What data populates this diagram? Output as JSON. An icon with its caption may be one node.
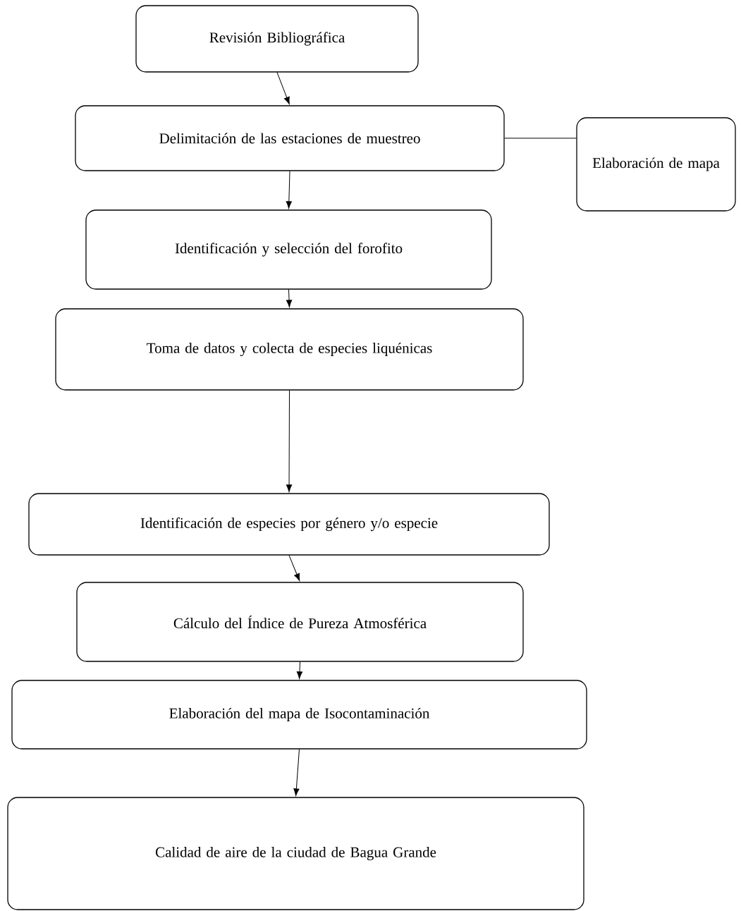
{
  "diagram": {
    "nodes": [
      {
        "text": [
          "Revisión Bibliográfica"
        ]
      },
      {
        "text": [
          "Delimitación de las estaciones de muestreo"
        ]
      },
      {
        "text": [
          "Elaboración de mapa"
        ]
      },
      {
        "text": [
          "Identificación y selección del forofito"
        ]
      },
      {
        "text": [
          "Toma de datos y colecta de especies liquénicas"
        ]
      },
      {
        "text": [
          "Identificación de especies por género y/o especie"
        ]
      },
      {
        "text": [
          "Cálculo del Índice de Pureza Atmosférica"
        ]
      },
      {
        "text": [
          "Elaboración del mapa de Isocontaminación"
        ]
      },
      {
        "text": [
          "Calidad de aire de la ciudad de Bagua Grande"
        ]
      }
    ],
    "edges": [
      {
        "from": 0,
        "to": 1,
        "arrow": "to"
      },
      {
        "from": 1,
        "to": 2,
        "arrow": "none"
      },
      {
        "from": 1,
        "to": 3,
        "arrow": "to"
      },
      {
        "from": 3,
        "to": 4,
        "arrow": "to"
      },
      {
        "from": 4,
        "to": 5,
        "arrow": "to"
      },
      {
        "from": 5,
        "to": 6,
        "arrow": "to"
      },
      {
        "from": 6,
        "to": 7,
        "arrow": "to"
      },
      {
        "from": 7,
        "to": 8,
        "arrow": "to"
      }
    ]
  }
}
